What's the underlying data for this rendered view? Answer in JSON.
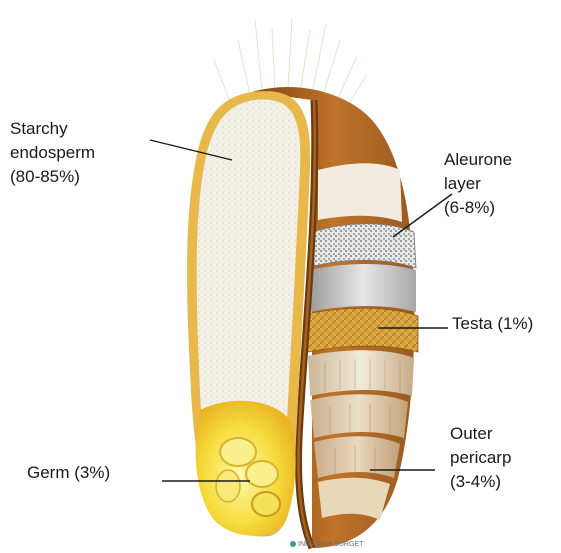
{
  "labels": {
    "starchy_endosperm": [
      "Starchy",
      "endosperm",
      "(80-85%)"
    ],
    "aleurone_layer": [
      "Aleurone",
      "layer",
      "(6-8%)"
    ],
    "testa": [
      "Testa (1%)"
    ],
    "outer_pericarp": [
      "Outer",
      "pericarp",
      "(3-4%)"
    ],
    "germ": [
      "Germ (3%)"
    ]
  },
  "credit": {
    "org": "INRA",
    "author": "Anne SURGET"
  },
  "colors": {
    "endosperm": "#f3efe5",
    "bran_outer": "#b8661e",
    "bran_rim": "#e8c25a",
    "aleurone": "#d9d9d9",
    "testa": "#d9a23a",
    "germ": "#f5e34a"
  },
  "icons": [
    "wheat-kernel-illustration",
    "inra-logo-icon"
  ]
}
